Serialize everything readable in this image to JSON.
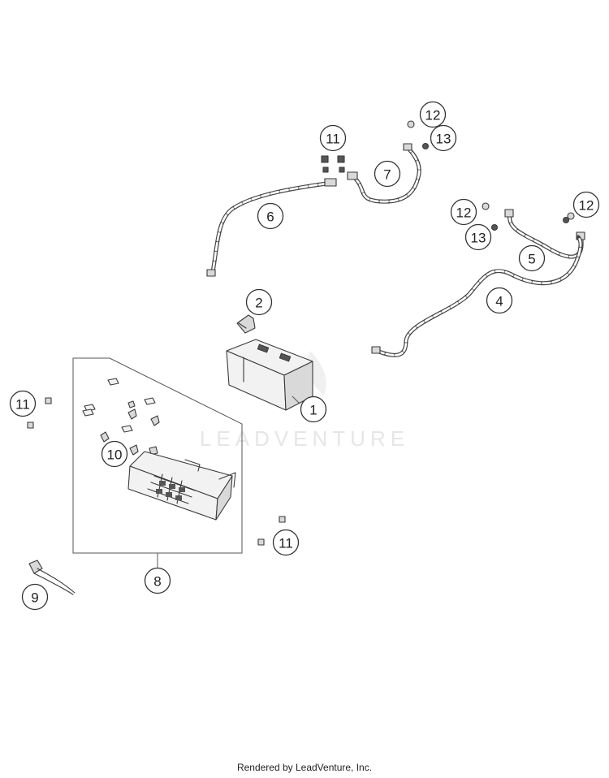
{
  "diagram": {
    "watermark_text": "LEADVENTURE",
    "footer_text": "Rendered by LeadVenture, Inc.",
    "callouts": [
      {
        "id": "c1",
        "label": "1"
      },
      {
        "id": "c2",
        "label": "2"
      },
      {
        "id": "c4",
        "label": "4"
      },
      {
        "id": "c5",
        "label": "5"
      },
      {
        "id": "c6",
        "label": "6"
      },
      {
        "id": "c7",
        "label": "7"
      },
      {
        "id": "c8",
        "label": "8"
      },
      {
        "id": "c9",
        "label": "9"
      },
      {
        "id": "c10",
        "label": "10"
      },
      {
        "id": "c11a",
        "label": "11"
      },
      {
        "id": "c11b",
        "label": "11"
      },
      {
        "id": "c11c",
        "label": "11"
      },
      {
        "id": "c12a",
        "label": "12"
      },
      {
        "id": "c12b",
        "label": "12"
      },
      {
        "id": "c12c",
        "label": "12"
      },
      {
        "id": "c13a",
        "label": "13"
      },
      {
        "id": "c13b",
        "label": "13"
      }
    ]
  }
}
